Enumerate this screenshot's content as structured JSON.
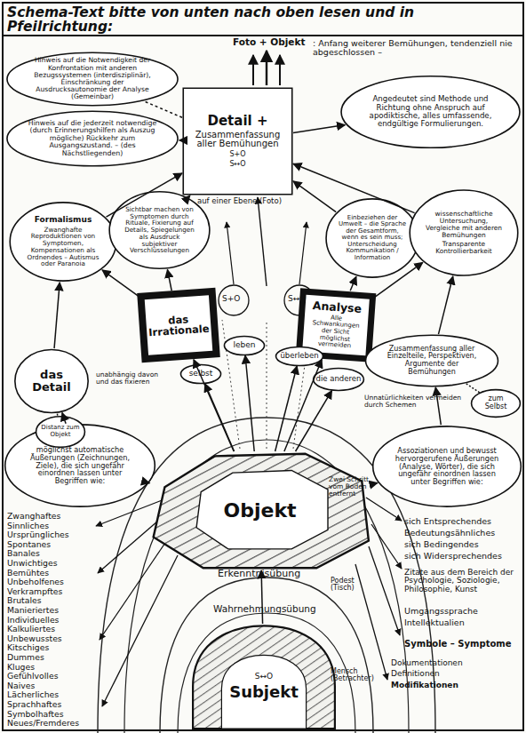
{
  "diagram": {
    "title": "Schema-Text bitte von unten nach oben lesen und in Pfeilrichtung:",
    "nodes": [
      {
        "text": [
          "Hinweis auf die Notwendigkeit der Konfrontation mit anderen Bezugssystemen (interdisziplinär), Einschränkung der Ausdrucksautonomie der Analyse (Gemeinbar)"
        ]
      },
      {
        "text": [
          "Hinweis auf die jederzeit notwendige (durch Erinnerungshilfen als Auszug mögliche) Rückkehr zum Ausgangszustand. – (des Nächstliegenden)"
        ]
      },
      {
        "text": [
          "Detail +",
          "Zusammenfassung aller Bemühungen",
          "S+O",
          "S↔O"
        ]
      },
      {
        "text": [
          "Angedeutet sind Methode und Richtung ohne Anspruch auf apodiktische, alles umfassende, endgültige Formulierungen."
        ]
      },
      {
        "text": [
          "Formalismus",
          "Zwanghafte Reproduktionen von Symptomen, Kompensationen als Ordnendes – Autismus oder Paranoia"
        ]
      },
      {
        "text": [
          "Sichtbar machen von Symptomen durch Rituale, Fixierung auf Details, Spiegelungen als Ausdruck subjektiver Verschlüsselungen"
        ]
      },
      {
        "text": [
          "Einbeziehen der Umwelt – die Sprache der Gesamtform, wenn es sein muss; Unterscheidung Kommunikation / Information"
        ]
      },
      {
        "text": [
          "wissenschaftliche Untersuchung, Vergleiche mit anderen Bemühungen",
          "Transparente Kontrollierbarkeit"
        ]
      },
      {
        "text": [
          "das Irrationale"
        ]
      },
      {
        "text": [
          "Analyse",
          "Alle Schwankungen der Sicht möglichst vermeiden"
        ]
      },
      {
        "text": [
          "das Detail"
        ]
      },
      {
        "text": [
          "selbst"
        ]
      },
      {
        "text": [
          "leben"
        ]
      },
      {
        "text": [
          "überleben"
        ]
      },
      {
        "text": [
          "die anderen"
        ]
      },
      {
        "text": [
          "Zusammenfassung aller Einzelteile, Perspektiven, Argumente der Bemühungen"
        ]
      },
      {
        "text": [
          "möglichst automatische Äußerungen (Zeichnungen, Ziele), die sich ungefähr einordnen lassen unter Begriffen wie:"
        ]
      },
      {
        "text": [
          "Assoziationen und bewusst hervorgerufene Äußerungen (Analyse, Wörter), die sich ungefähr einordnen lassen unter Begriffen wie:"
        ]
      },
      {
        "text": [
          "Objekt"
        ]
      },
      {
        "text": [
          "S↔O",
          "Subjekt"
        ]
      },
      {
        "text": [
          "Distanz zum Objekt"
        ]
      },
      {
        "text": [
          "zum Selbst"
        ]
      }
    ],
    "edges": [
      {
        "from": 16,
        "to": 10,
        "arrow": "to"
      },
      {
        "from": 10,
        "to": 4,
        "arrow": "to"
      },
      {
        "from": 8,
        "to": 4,
        "arrow": "to"
      },
      {
        "from": 8,
        "to": 5,
        "arrow": "to"
      },
      {
        "from": 9,
        "to": 6,
        "arrow": "to"
      },
      {
        "from": 9,
        "to": 7,
        "arrow": "to"
      },
      {
        "from": 17,
        "to": 15,
        "arrow": "to"
      },
      {
        "from": 15,
        "to": 7,
        "arrow": "to"
      },
      {
        "from": 4,
        "to": 2,
        "arrow": "to"
      },
      {
        "from": 5,
        "to": 2,
        "arrow": "to"
      },
      {
        "from": 6,
        "to": 2,
        "arrow": "to"
      },
      {
        "from": 7,
        "to": 2,
        "arrow": "to"
      },
      {
        "from": 2,
        "to": 0,
        "arrow": "none"
      },
      {
        "from": 2,
        "to": 1,
        "arrow": "to"
      },
      {
        "from": 2,
        "to": 3,
        "arrow": "to"
      },
      {
        "from": 18,
        "to": 8,
        "arrow": "to"
      },
      {
        "from": 18,
        "to": 9,
        "arrow": "to"
      },
      {
        "from": 18,
        "to": 16,
        "arrow": "to"
      },
      {
        "from": 18,
        "to": 17,
        "arrow": "to"
      },
      {
        "from": 19,
        "to": 18,
        "arrow": "to"
      },
      {
        "from": 18,
        "to": 11,
        "arrow": "to"
      },
      {
        "from": 18,
        "to": 14,
        "arrow": "to"
      },
      {
        "from": 18,
        "to": 12,
        "arrow": "to"
      },
      {
        "from": 18,
        "to": 13,
        "arrow": "to"
      },
      {
        "from": 10,
        "to": 20,
        "arrow": "none"
      },
      {
        "from": 15,
        "to": 21,
        "arrow": "none"
      }
    ],
    "labels": [
      "Foto + Objekt",
      ": Anfang weiterer Bemühungen, tendenziell nie abgeschlossen –",
      "auf einer Ebene (Foto)",
      "S+O",
      "S↔O",
      "unabhängig davon und das fixieren",
      "Unnatürlichkeiten vermeiden durch Schemen",
      "Zwei Schritt vom Boden entfernt",
      "Podest (Tisch)",
      "Mensch (Betrachter)",
      "Erkenntnisübung",
      "Wahrnehmungsübung",
      "Zwanghaftes",
      "Sinnliches",
      "Ursprüngliches",
      "Spontanes",
      "Banales",
      "Unwichtiges",
      "Bemühtes",
      "Unbeholfenes",
      "Verkrampftes",
      "Brutales",
      "Manieriertes",
      "Individuelles",
      "Kalkuliertes",
      "Unbewusstes",
      "Kitschiges",
      "Dummes",
      "Kluges",
      "Gefühlvolles",
      "Naives",
      "Lächerliches",
      "Sprachhaftes",
      "Symbolhaftes",
      "Neues/Fremderes",
      "sich Entsprechendes",
      "Bedeutungsähnliches",
      "sich Bedingendes",
      "sich Widersprechendes",
      "Zitate aus dem Bereich der Psychologie, Soziologie, Philosophie, Kunst",
      "Umgangssprache",
      "Intellektualien",
      "Symbole – Symptome",
      "Dokumentationen",
      "Definitionen",
      "Modifikationen"
    ]
  }
}
